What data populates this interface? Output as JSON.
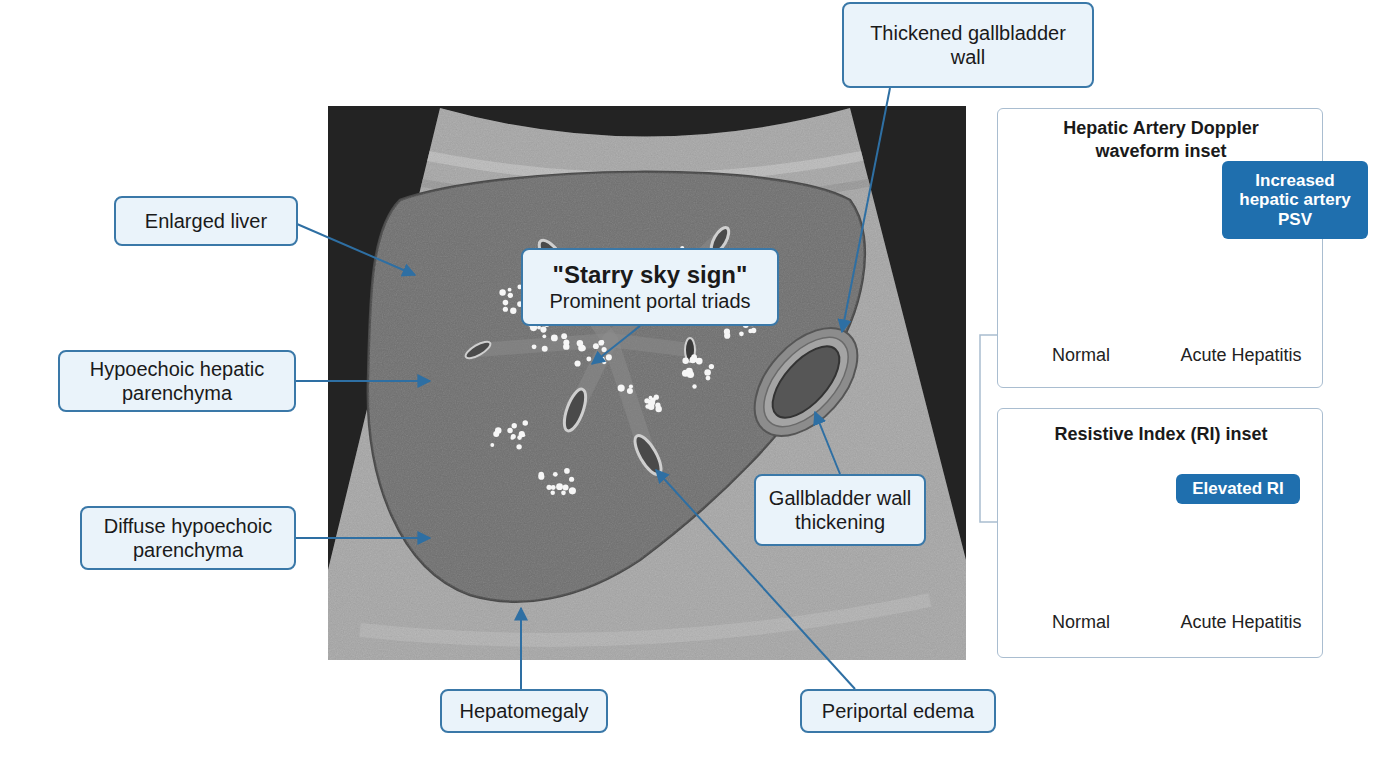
{
  "diagram": {
    "nodes": [
      {
        "text": [
          "Thickened gallbladder wall"
        ]
      },
      {
        "text": [
          "Enlarged liver"
        ]
      },
      {
        "text": [
          "\"Starry sky sign\"",
          "Prominent portal triads"
        ]
      },
      {
        "text": [
          "Hypoechoic hepatic parenchyma"
        ]
      },
      {
        "text": [
          "Diffuse hypoechoic parenchyma"
        ]
      },
      {
        "text": [
          "Gallbladder wall thickening"
        ]
      },
      {
        "text": [
          "Hepatomegaly"
        ]
      },
      {
        "text": [
          "Periportal edema"
        ]
      },
      {
        "text": [
          "Hepatic Artery Doppler waveform inset",
          "Normal",
          "Acute Hepatitis"
        ]
      },
      {
        "text": [
          "Increased hepatic artery PSV"
        ],
        "in": 8
      },
      {
        "text": [
          "Resistive Index (RI) inset",
          "Normal",
          "Acute Hepatitis"
        ]
      },
      {
        "text": [
          "Elevated RI"
        ],
        "in": 10
      }
    ]
  }
}
